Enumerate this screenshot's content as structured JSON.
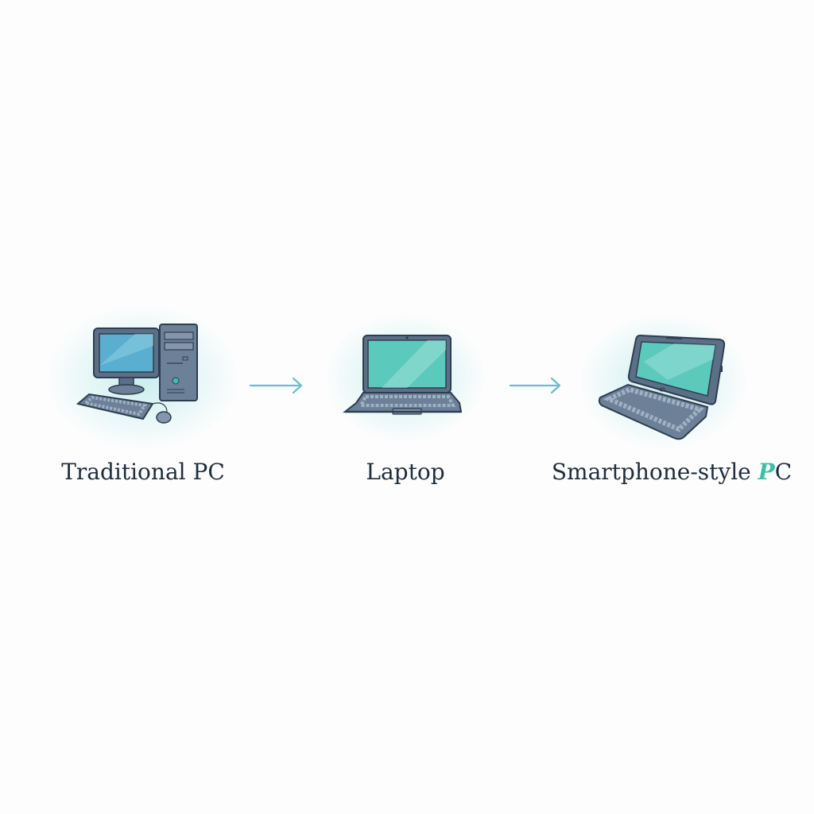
{
  "diagram": {
    "type": "evolution-flow",
    "steps": [
      {
        "id": "traditional-pc",
        "label": "Traditional PC",
        "icon": "desktop-computer-icon"
      },
      {
        "id": "laptop",
        "label": "Laptop",
        "icon": "laptop-icon"
      },
      {
        "id": "smartphone-style-pc",
        "label_main": "Smartphone-style ",
        "label_accent": "P",
        "label_tail": "C",
        "icon": "mini-laptop-icon"
      }
    ],
    "connectors": [
      {
        "from": "traditional-pc",
        "to": "laptop",
        "icon": "arrow-right-icon"
      },
      {
        "from": "laptop",
        "to": "smartphone-style-pc",
        "icon": "arrow-right-icon"
      }
    ]
  },
  "colors": {
    "background": "#fdfdfd",
    "text": "#1f2d3d",
    "arrow": "#6bbccd",
    "accent": "#3cbfa6",
    "device_body": "#5b6f86",
    "device_outline": "#2c3e50",
    "screen_blue": "#5aaed0",
    "screen_teal": "#5cc9bd"
  }
}
